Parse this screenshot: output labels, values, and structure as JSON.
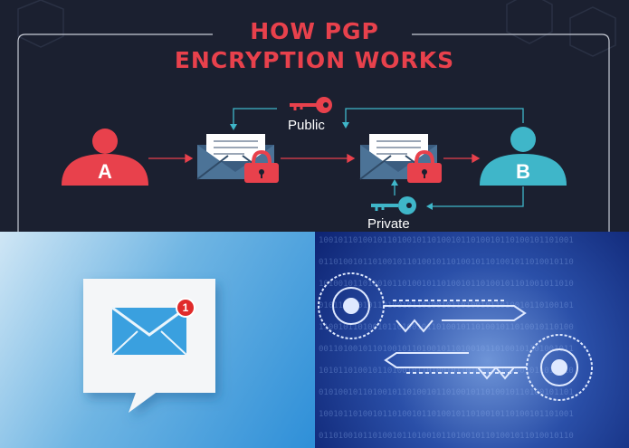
{
  "diagram": {
    "title_line1": "HOW PGP",
    "title_line2": "ENCRYPTION WORKS",
    "public_label": "Public",
    "private_label": "Private",
    "sender_label": "A",
    "receiver_label": "B",
    "colors": {
      "background": "#1b2030",
      "red": "#e8414c",
      "teal": "#3fb6c9",
      "envelope": "#3b5d80",
      "letter": "#ffffff"
    }
  },
  "photo_left": {
    "badge_count": "1",
    "icon": "mail-envelope-icon"
  },
  "photo_right": {
    "icon": "circuit-keys-icon"
  }
}
